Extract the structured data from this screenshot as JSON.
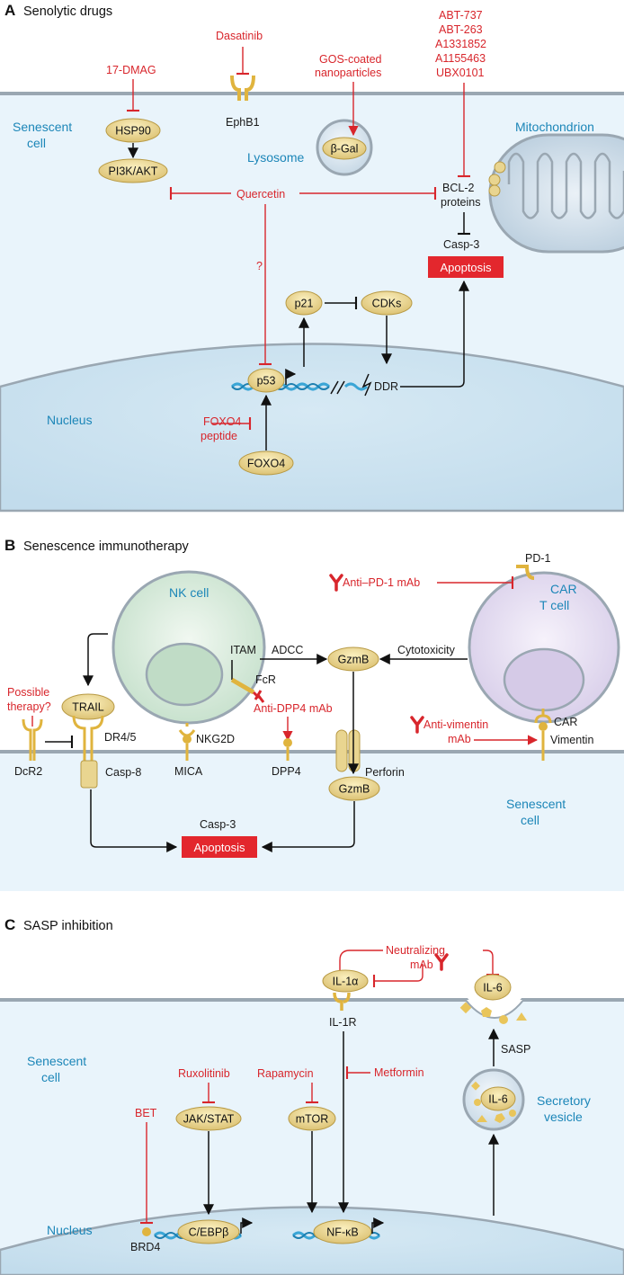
{
  "panel_a": {
    "letter": "A",
    "title": "Senolytic drugs",
    "drugs": {
      "dmag": "17-DMAG",
      "dasatinib": "Dasatinib",
      "gos_line1": "GOS-coated",
      "gos_line2": "nanoparticles",
      "abt_list": [
        "ABT-737",
        "ABT-263",
        "A1331852",
        "A1155463",
        "UBX0101"
      ],
      "quercetin": "Quercetin",
      "question": "?",
      "foxo4_peptide_line1": "FOXO4",
      "foxo4_peptide_line2": "peptide"
    },
    "labels": {
      "senescent_line1": "Senescent",
      "senescent_line2": "cell",
      "lysosome": "Lysosome",
      "mitochondrion": "Mitochondrion",
      "nucleus": "Nucleus",
      "ephb1": "EphB1",
      "bcl2_line1": "BCL-2",
      "bcl2_line2": "proteins",
      "casp3": "Casp-3",
      "ddr": "DDR"
    },
    "nodes": {
      "hsp90": "HSP90",
      "pi3k": "PI3K/AKT",
      "bgal": "β-Gal",
      "p21": "p21",
      "cdks": "CDKs",
      "p53": "p53",
      "foxo4": "FOXO4"
    },
    "apoptosis": "Apoptosis"
  },
  "panel_b": {
    "letter": "B",
    "title": "Senescence immunotherapy",
    "labels": {
      "nk_cell": "NK cell",
      "car_line1": "CAR",
      "car_line2": "T cell",
      "pd1": "PD-1",
      "anti_pd1": "Anti–PD-1 mAb",
      "itam": "ITAM",
      "adcc": "ADCC",
      "cytotoxicity": "Cytotoxicity",
      "fcr": "FcR",
      "anti_dpp4": "Anti-DPP4 mAb",
      "possible_line1": "Possible",
      "possible_line2": "therapy?",
      "dr45": "DR4/5",
      "dcr2": "DcR2",
      "casp8": "Casp-8",
      "nkg2d": "NKG2D",
      "mica": "MICA",
      "dpp4": "DPP4",
      "perforin": "Perforin",
      "car": "CAR",
      "vimentin": "Vimentin",
      "anti_vim_line1": "Anti-vimentin",
      "anti_vim_line2": "mAb",
      "senescent_line1": "Senescent",
      "senescent_line2": "cell",
      "casp3": "Casp-3"
    },
    "nodes": {
      "gzmb": "GzmB",
      "trail": "TRAIL"
    },
    "apoptosis": "Apoptosis"
  },
  "panel_c": {
    "letter": "C",
    "title": "SASP inhibition",
    "labels": {
      "neutralizing_line1": "Neutralizing",
      "neutralizing_line2": "mAb",
      "il1r": "IL-1R",
      "senescent_line1": "Senescent",
      "senescent_line2": "cell",
      "ruxolitinib": "Ruxolitinib",
      "rapamycin": "Rapamycin",
      "metformin": "Metformin",
      "bet": "BET",
      "brd4": "BRD4",
      "sasp": "SASP",
      "secretory_line1": "Secretory",
      "secretory_line2": "vesicle",
      "nucleus": "Nucleus"
    },
    "nodes": {
      "il1a": "IL-1α",
      "il6": "IL-6",
      "jakstat": "JAK/STAT",
      "mtor": "mTOR",
      "cebpb": "C/EBPβ",
      "nfkb": "NF-κB"
    }
  },
  "colors": {
    "inhibitor_red": "#d8262c",
    "organelle_blue": "#1c86b8",
    "protein_tan": "#e9d590",
    "receptor_gold": "#e0b43e",
    "cell_fill": "#e9f4fb",
    "membrane_gray": "#9aa7b2",
    "dna_blue": "#3ba6d6"
  }
}
